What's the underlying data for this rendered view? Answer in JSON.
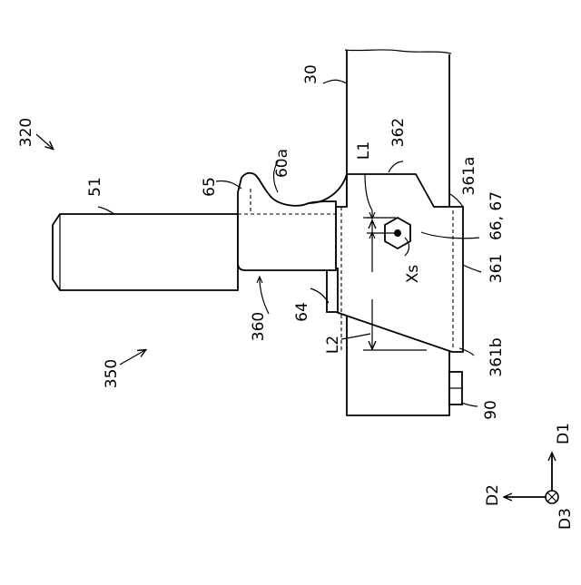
{
  "labels": {
    "l320": "320",
    "l350": "350",
    "l51": "51",
    "l65": "65",
    "l60a": "60a",
    "l30": "30",
    "l362": "362",
    "lL1": "L1",
    "l361a": "361a",
    "l6667": "66, 67",
    "lXs": "Xs",
    "l361": "361",
    "l64": "64",
    "l360": "360",
    "lL2": "L2",
    "l361b": "361b",
    "l90": "90",
    "lD1": "D1",
    "lD2": "D2",
    "lD3": "D3"
  }
}
